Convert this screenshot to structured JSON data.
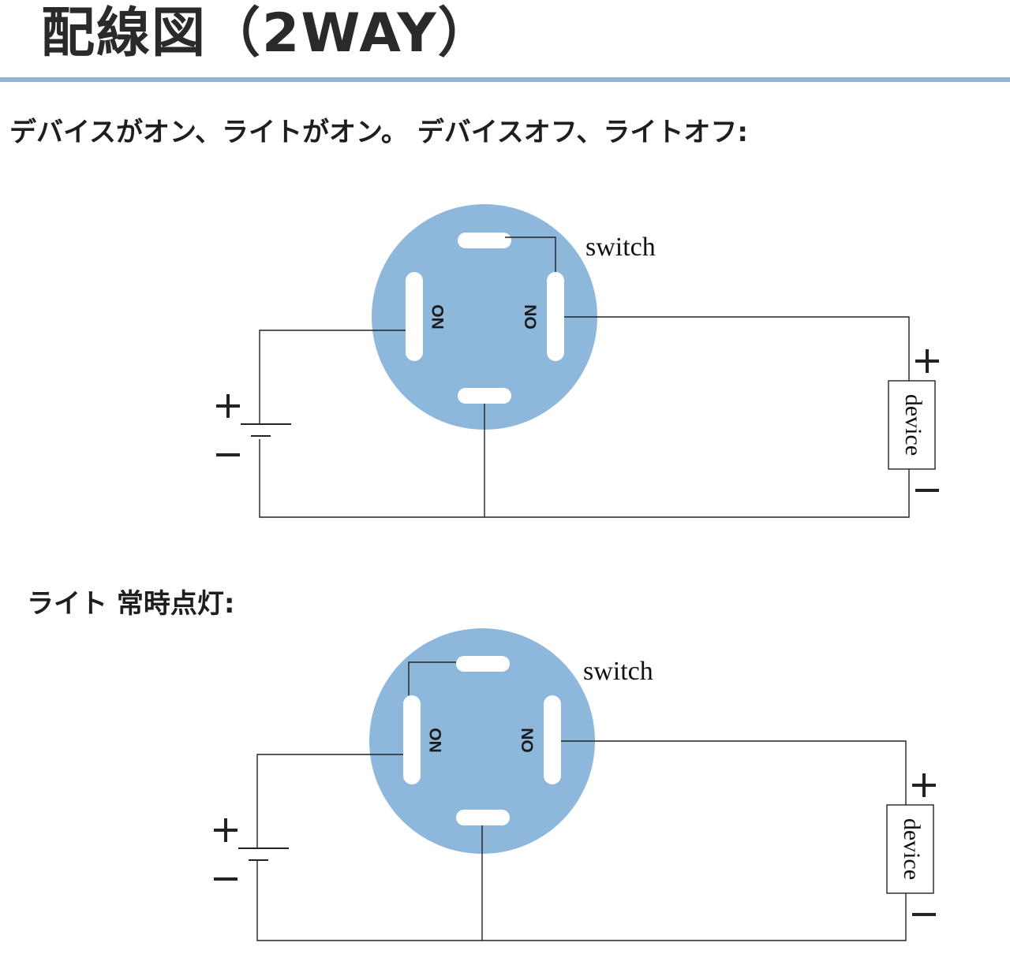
{
  "title": "配線図（2WAY）",
  "sections": [
    {
      "caption": "デバイスがオン、ライトがオン。 デバイスオフ、ライトオフ:",
      "switch_label": "switch",
      "terminal_left_label": "ON",
      "terminal_right_label": "ON",
      "device_label": "device"
    },
    {
      "caption": "ライト 常時点灯:",
      "switch_label": "switch",
      "terminal_left_label": "ON",
      "terminal_right_label": "ON",
      "device_label": "device"
    }
  ],
  "colors": {
    "switch_body": "#8db8dc",
    "accent_rule": "#8fb4d6",
    "wire": "#222222"
  }
}
